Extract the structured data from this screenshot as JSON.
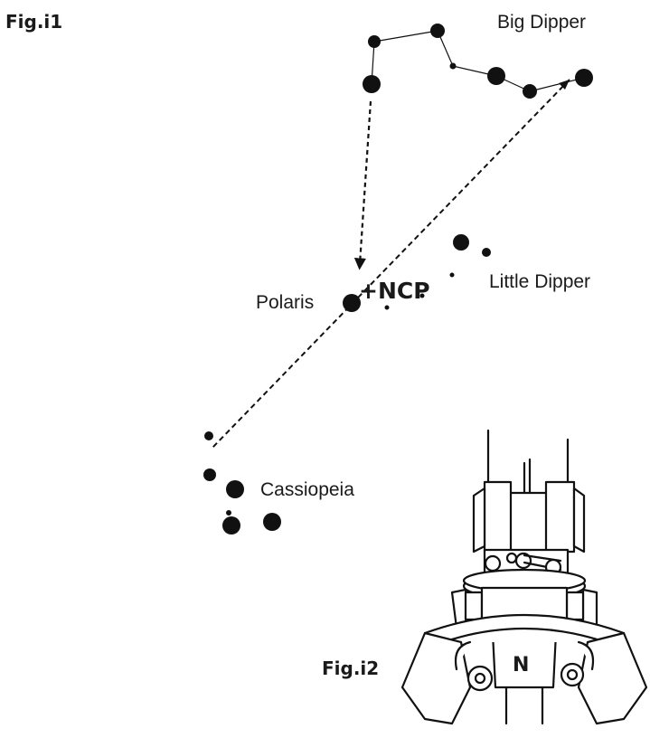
{
  "figure1": {
    "label": "Fig.i1",
    "constellations": {
      "big_dipper": "Big Dipper",
      "little_dipper": "Little Dipper",
      "cassiopeia": "Cassiopeia"
    },
    "polaris": "Polaris",
    "ncp": "+NCP"
  },
  "figure2": {
    "label": "Fig.i2",
    "marker": "N"
  },
  "colors": {
    "ink": "#111111",
    "text": "#333333",
    "background": "#ffffff"
  }
}
